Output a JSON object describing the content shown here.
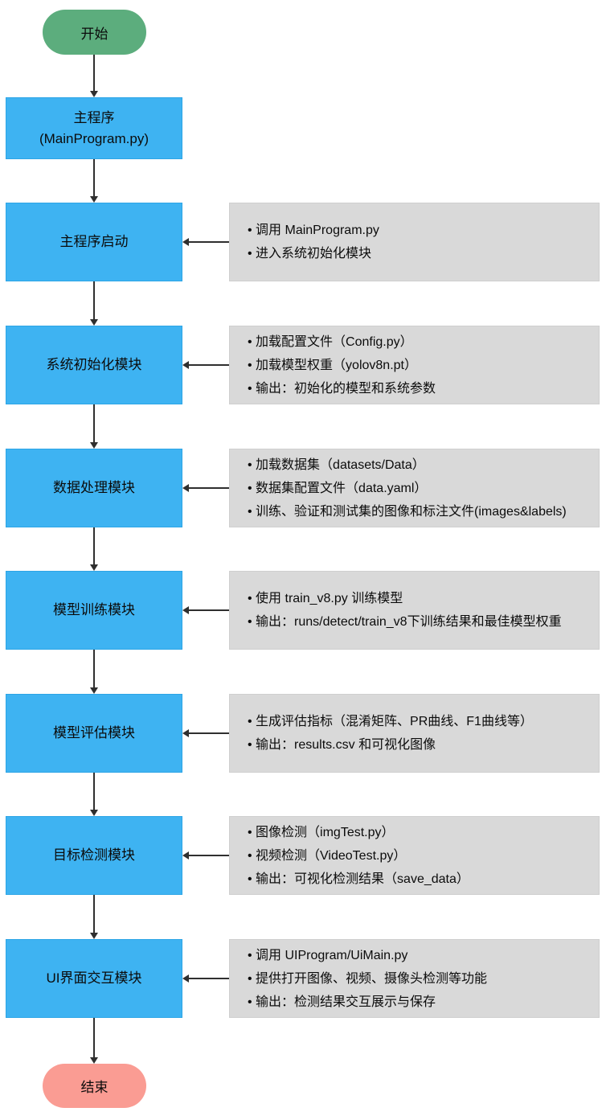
{
  "flow": {
    "colors": {
      "start": "#5cad7d",
      "end": "#fa9c93",
      "process": "#3eb3f2",
      "note": "#d9d9d9",
      "arrow": "#2f2f2f"
    },
    "start_label": "开始",
    "end_label": "结束",
    "steps": [
      {
        "label": "主程序\n(MainProgram.py)",
        "notes": []
      },
      {
        "label": "主程序启动",
        "notes": [
          "调用 MainProgram.py",
          "进入系统初始化模块"
        ]
      },
      {
        "label": "系统初始化模块",
        "notes": [
          "加载配置文件（Config.py）",
          "加载模型权重（yolov8n.pt）",
          "输出：初始化的模型和系统参数"
        ]
      },
      {
        "label": "数据处理模块",
        "notes": [
          "加载数据集（datasets/Data）",
          "数据集配置文件（data.yaml）",
          "训练、验证和测试集的图像和标注文件(images&labels)"
        ]
      },
      {
        "label": "模型训练模块",
        "notes": [
          "使用 train_v8.py 训练模型",
          "输出：runs/detect/train_v8下训练结果和最佳模型权重"
        ]
      },
      {
        "label": "模型评估模块",
        "notes": [
          "生成评估指标（混淆矩阵、PR曲线、F1曲线等）",
          "输出：results.csv 和可视化图像"
        ]
      },
      {
        "label": "目标检测模块",
        "notes": [
          "图像检测（imgTest.py）",
          "视频检测（VideoTest.py）",
          "输出：可视化检测结果（save_data）"
        ]
      },
      {
        "label": "UI界面交互模块",
        "notes": [
          "调用 UIProgram/UiMain.py",
          "提供打开图像、视频、摄像头检测等功能",
          "输出：检测结果交互展示与保存"
        ]
      }
    ]
  }
}
